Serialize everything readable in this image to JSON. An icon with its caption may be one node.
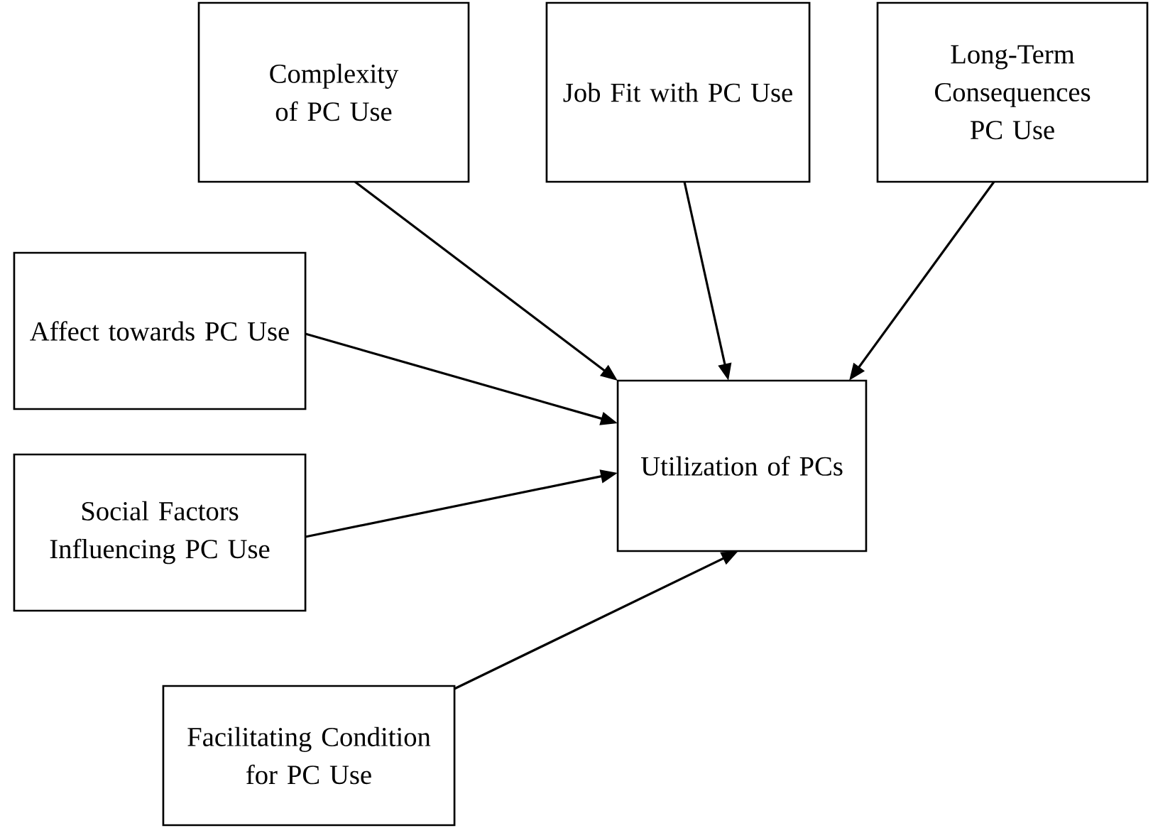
{
  "diagram": {
    "nodes": [
      {
        "text": [
          "Complexity of PC Use"
        ]
      },
      {
        "text": [
          "Job Fit with PC Use"
        ]
      },
      {
        "text": [
          "Long-Term Consequences PC Use"
        ]
      },
      {
        "text": [
          "Affect towards PC Use"
        ]
      },
      {
        "text": [
          "Utilization of PCs"
        ]
      },
      {
        "text": [
          "Social Factors Influencing PC Use"
        ]
      },
      {
        "text": [
          "Facilitating Condition for PC Use"
        ]
      }
    ],
    "edges": [
      {
        "from": 0,
        "to": 4,
        "arrow": "to"
      },
      {
        "from": 1,
        "to": 4,
        "arrow": "to"
      },
      {
        "from": 2,
        "to": 4,
        "arrow": "to"
      },
      {
        "from": 3,
        "to": 4,
        "arrow": "to"
      },
      {
        "from": 5,
        "to": 4,
        "arrow": "to"
      },
      {
        "from": 6,
        "to": 4,
        "arrow": "to"
      }
    ]
  }
}
